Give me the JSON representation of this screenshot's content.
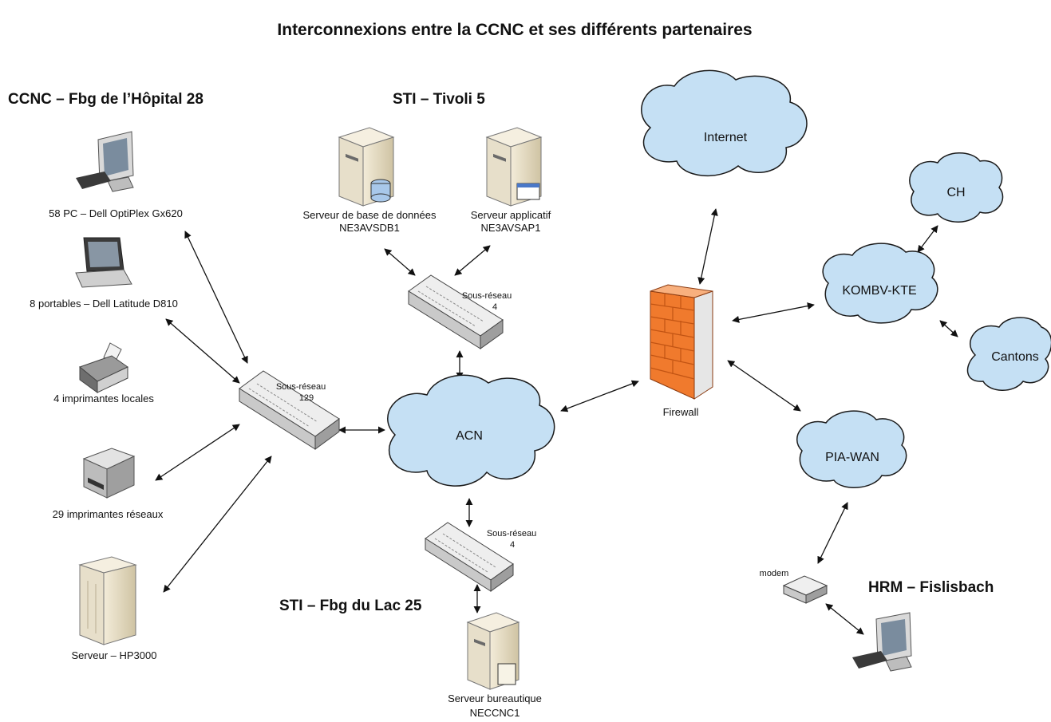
{
  "title": "Interconnexions entre la CCNC et ses différents partenaires",
  "sites": {
    "ccnc": "CCNC – Fbg de l’Hôpital 28",
    "sti_tivoli": "STI – Tivoli 5",
    "sti_lac": "STI – Fbg du Lac 25",
    "hrm": "HRM – Fislisbach"
  },
  "devices": {
    "pcs": "58 PC – Dell OptiPlex Gx620",
    "laptops": "8 portables – Dell Latitude D810",
    "local_printers": "4 imprimantes locales",
    "network_printers": "29 imprimantes réseaux",
    "hp_server": "Serveur – HP3000",
    "db_server_name": "Serveur de base de données",
    "db_server_id": "NE3AVSDB1",
    "app_server_name": "Serveur applicatif",
    "app_server_id": "NE3AVSAP1",
    "office_server_name": "Serveur bureautique",
    "office_server_id": "NECCNC1",
    "firewall": "Firewall",
    "modem": "modem"
  },
  "subnets": {
    "s129_line1": "Sous-réseau",
    "s129_line2": "129",
    "s4_top_line1": "Sous-réseau",
    "s4_top_line2": "4",
    "s4_bottom_line1": "Sous-réseau",
    "s4_bottom_line2": "4"
  },
  "clouds": {
    "internet": "Internet",
    "acn": "ACN",
    "ch": "CH",
    "kombv": "KOMBV-KTE",
    "cantons": "Cantons",
    "pia": "PIA-WAN"
  },
  "colors": {
    "cloud_fill": "#c5e0f4",
    "cloud_stroke": "#1a1a1a",
    "firewall_brick": "#f07a2d",
    "server_beige": "#e6dcc4"
  }
}
